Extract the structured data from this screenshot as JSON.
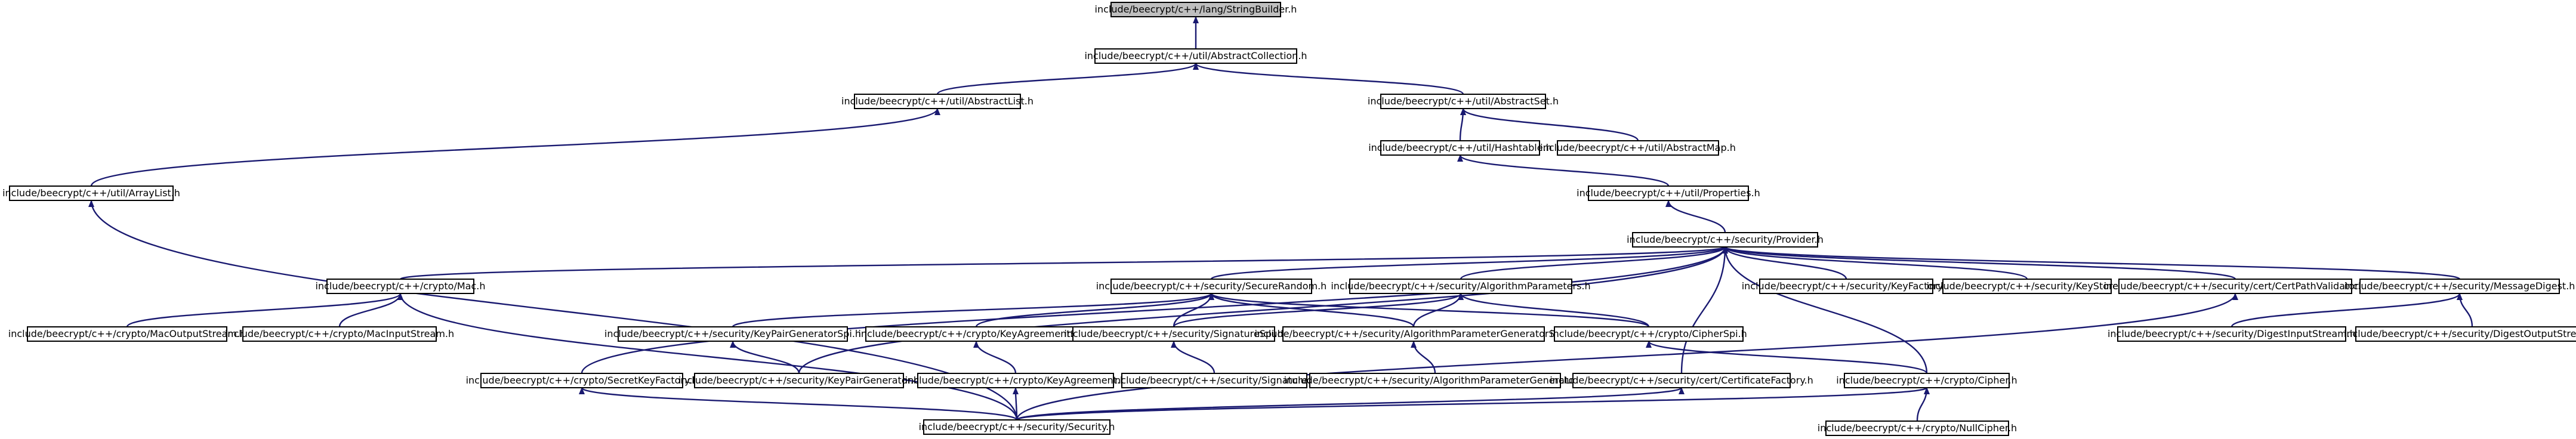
{
  "graph": {
    "colors": {
      "edge": "#191970",
      "node_fill": "#ffffff",
      "root_fill": "#bfbfbf",
      "border": "#000000"
    },
    "nodes": [
      {
        "id": "stringbuilder",
        "label": "include/beecrypt/c++/lang/StringBuilder.h",
        "root": true
      },
      {
        "id": "abstractcollection",
        "label": "include/beecrypt/c++/util/AbstractCollection.h"
      },
      {
        "id": "abstractlist",
        "label": "include/beecrypt/c++/util/AbstractList.h"
      },
      {
        "id": "abstractset",
        "label": "include/beecrypt/c++/util/AbstractSet.h"
      },
      {
        "id": "hashtable",
        "label": "include/beecrypt/c++/util/Hashtable.h"
      },
      {
        "id": "abstractmap",
        "label": "include/beecrypt/c++/util/AbstractMap.h"
      },
      {
        "id": "properties",
        "label": "include/beecrypt/c++/util/Properties.h"
      },
      {
        "id": "arraylist",
        "label": "include/beecrypt/c++/util/ArrayList.h"
      },
      {
        "id": "provider",
        "label": "include/beecrypt/c++/security/Provider.h"
      },
      {
        "id": "mac",
        "label": "include/beecrypt/c++/crypto/Mac.h"
      },
      {
        "id": "securerandom",
        "label": "include/beecrypt/c++/security/SecureRandom.h"
      },
      {
        "id": "algparams",
        "label": "include/beecrypt/c++/security/AlgorithmParameters.h"
      },
      {
        "id": "keyfactory",
        "label": "include/beecrypt/c++/security/KeyFactory.h"
      },
      {
        "id": "keystore",
        "label": "include/beecrypt/c++/security/KeyStore.h"
      },
      {
        "id": "certpathvalidator",
        "label": "include/beecrypt/c++/security/cert/CertPathValidator.h"
      },
      {
        "id": "messagedigest",
        "label": "include/beecrypt/c++/security/MessageDigest.h"
      },
      {
        "id": "macoutputstream",
        "label": "include/beecrypt/c++/crypto/MacOutputStream.h"
      },
      {
        "id": "macinputstream",
        "label": "include/beecrypt/c++/crypto/MacInputStream.h"
      },
      {
        "id": "kpgspi",
        "label": "include/beecrypt/c++/security/KeyPairGeneratorSpi.h"
      },
      {
        "id": "kaspi",
        "label": "include/beecrypt/c++/crypto/KeyAgreementSpi.h"
      },
      {
        "id": "sigspi",
        "label": "include/beecrypt/c++/security/SignatureSpi.h"
      },
      {
        "id": "apgspi",
        "label": "include/beecrypt/c++/security/AlgorithmParameterGeneratorSpi.h"
      },
      {
        "id": "cipherspi",
        "label": "include/beecrypt/c++/crypto/CipherSpi.h"
      },
      {
        "id": "digestinput",
        "label": "include/beecrypt/c++/security/DigestInputStream.h"
      },
      {
        "id": "digestoutput",
        "label": "include/beecrypt/c++/security/DigestOutputStream.h"
      },
      {
        "id": "secretkeyfactory",
        "label": "include/beecrypt/c++/crypto/SecretKeyFactory.h"
      },
      {
        "id": "kpg",
        "label": "include/beecrypt/c++/security/KeyPairGenerator.h"
      },
      {
        "id": "keyagreement",
        "label": "include/beecrypt/c++/crypto/KeyAgreement.h"
      },
      {
        "id": "signature",
        "label": "include/beecrypt/c++/security/Signature.h"
      },
      {
        "id": "apg",
        "label": "include/beecrypt/c++/security/AlgorithmParameterGenerator.h"
      },
      {
        "id": "certfactory",
        "label": "include/beecrypt/c++/security/cert/CertificateFactory.h"
      },
      {
        "id": "cipher",
        "label": "include/beecrypt/c++/crypto/Cipher.h"
      },
      {
        "id": "security",
        "label": "include/beecrypt/c++/security/Security.h"
      },
      {
        "id": "nullcipher",
        "label": "include/beecrypt/c++/crypto/NullCipher.h"
      }
    ],
    "edges": [
      [
        "abstractcollection",
        "stringbuilder"
      ],
      [
        "abstractlist",
        "abstractcollection"
      ],
      [
        "abstractset",
        "abstractcollection"
      ],
      [
        "hashtable",
        "abstractset"
      ],
      [
        "abstractmap",
        "abstractset"
      ],
      [
        "properties",
        "hashtable"
      ],
      [
        "arraylist",
        "abstractlist"
      ],
      [
        "provider",
        "properties"
      ],
      [
        "mac",
        "provider"
      ],
      [
        "securerandom",
        "provider"
      ],
      [
        "algparams",
        "provider"
      ],
      [
        "keyfactory",
        "provider"
      ],
      [
        "keystore",
        "provider"
      ],
      [
        "certpathvalidator",
        "provider"
      ],
      [
        "messagedigest",
        "provider"
      ],
      [
        "macoutputstream",
        "mac"
      ],
      [
        "macinputstream",
        "mac"
      ],
      [
        "security",
        "mac"
      ],
      [
        "kpgspi",
        "securerandom"
      ],
      [
        "kaspi",
        "securerandom"
      ],
      [
        "sigspi",
        "securerandom"
      ],
      [
        "apgspi",
        "securerandom"
      ],
      [
        "cipherspi",
        "securerandom"
      ],
      [
        "sigspi",
        "algparams"
      ],
      [
        "apgspi",
        "algparams"
      ],
      [
        "cipherspi",
        "algparams"
      ],
      [
        "digestinput",
        "messagedigest"
      ],
      [
        "digestoutput",
        "messagedigest"
      ],
      [
        "kpg",
        "kpgspi"
      ],
      [
        "keyagreement",
        "kaspi"
      ],
      [
        "signature",
        "sigspi"
      ],
      [
        "apg",
        "apgspi"
      ],
      [
        "cipher",
        "cipherspi"
      ],
      [
        "nullcipher",
        "cipher"
      ],
      [
        "security",
        "arraylist"
      ],
      [
        "security",
        "secretkeyfactory"
      ],
      [
        "security",
        "keyagreement"
      ],
      [
        "security",
        "certfactory"
      ],
      [
        "security",
        "cipher"
      ],
      [
        "security",
        "certpathvalidator"
      ],
      [
        "secretkeyfactory",
        "provider"
      ],
      [
        "kpg",
        "provider"
      ],
      [
        "certfactory",
        "provider"
      ],
      [
        "cipher",
        "provider"
      ]
    ]
  }
}
